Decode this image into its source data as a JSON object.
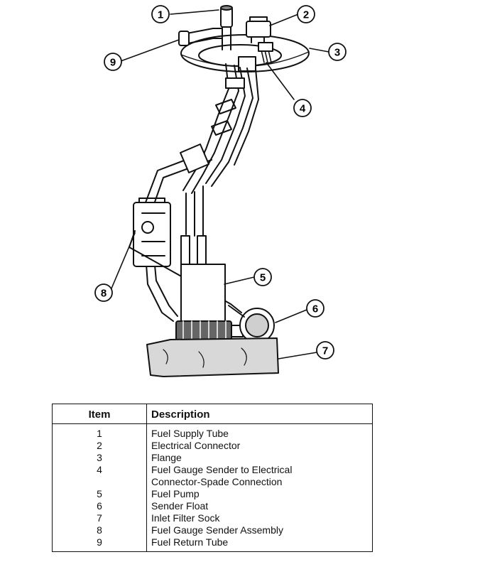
{
  "callouts": {
    "c1": "1",
    "c2": "2",
    "c3": "3",
    "c4": "4",
    "c5": "5",
    "c6": "6",
    "c7": "7",
    "c8": "8",
    "c9": "9"
  },
  "legend": {
    "header_item": "Item",
    "header_description": "Description",
    "rows": [
      {
        "item": "1",
        "lines": [
          "Fuel Supply Tube"
        ]
      },
      {
        "item": "2",
        "lines": [
          "Electrical Connector"
        ]
      },
      {
        "item": "3",
        "lines": [
          "Flange"
        ]
      },
      {
        "item": "4",
        "lines": [
          "Fuel Gauge Sender to Electrical",
          "Connector-Spade Connection"
        ]
      },
      {
        "item": "5",
        "lines": [
          "Fuel Pump"
        ]
      },
      {
        "item": "6",
        "lines": [
          "Sender Float"
        ]
      },
      {
        "item": "7",
        "lines": [
          "Inlet Filter Sock"
        ]
      },
      {
        "item": "8",
        "lines": [
          "Fuel Gauge Sender Assembly"
        ]
      },
      {
        "item": "9",
        "lines": [
          "Fuel Return Tube"
        ]
      }
    ]
  },
  "colors": {
    "ink": "#111111",
    "paper": "#ffffff",
    "shade": "#bdbdbd",
    "sock": "#d8d8d8"
  }
}
